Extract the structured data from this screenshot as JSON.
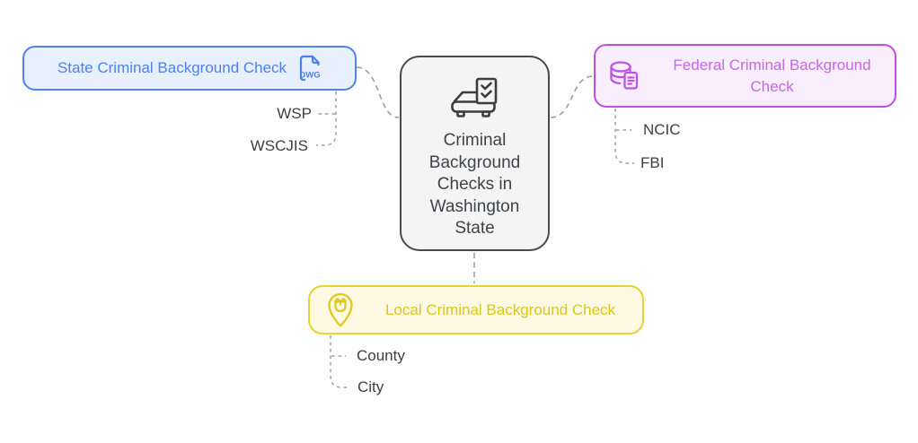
{
  "diagram": {
    "center": {
      "label": "Criminal Background Checks in Washington State",
      "icon": "car-checklist-icon",
      "border_color": "#4a4a4a",
      "background": "#f4f4f4",
      "text_color": "#3f4347"
    },
    "branches": [
      {
        "id": "state",
        "label": "State Criminal Background Check",
        "icon": "dwg-file-icon",
        "icon_text": "DWG",
        "accent": "#4d82ec",
        "border_color": "#4e84ed",
        "background": "#e9f0fd",
        "children": [
          {
            "label": "WSP"
          },
          {
            "label": "WSCJIS"
          }
        ]
      },
      {
        "id": "federal",
        "label": "Federal Criminal Background Check",
        "icon": "database-document-icon",
        "accent": "#c765ee",
        "border_color": "#bd4fe3",
        "background": "#f9eefe",
        "children": [
          {
            "label": "NCIC"
          },
          {
            "label": "FBI"
          }
        ]
      },
      {
        "id": "local",
        "label": "Local Criminal Background Check",
        "icon": "location-badge-icon",
        "accent": "#ddc51d",
        "border_color": "#e7d235",
        "background": "#fdf9e3",
        "children": [
          {
            "label": "County"
          },
          {
            "label": "City"
          }
        ]
      }
    ],
    "connector_color": "#9aa0a6",
    "child_label_color": "#3c4043"
  }
}
